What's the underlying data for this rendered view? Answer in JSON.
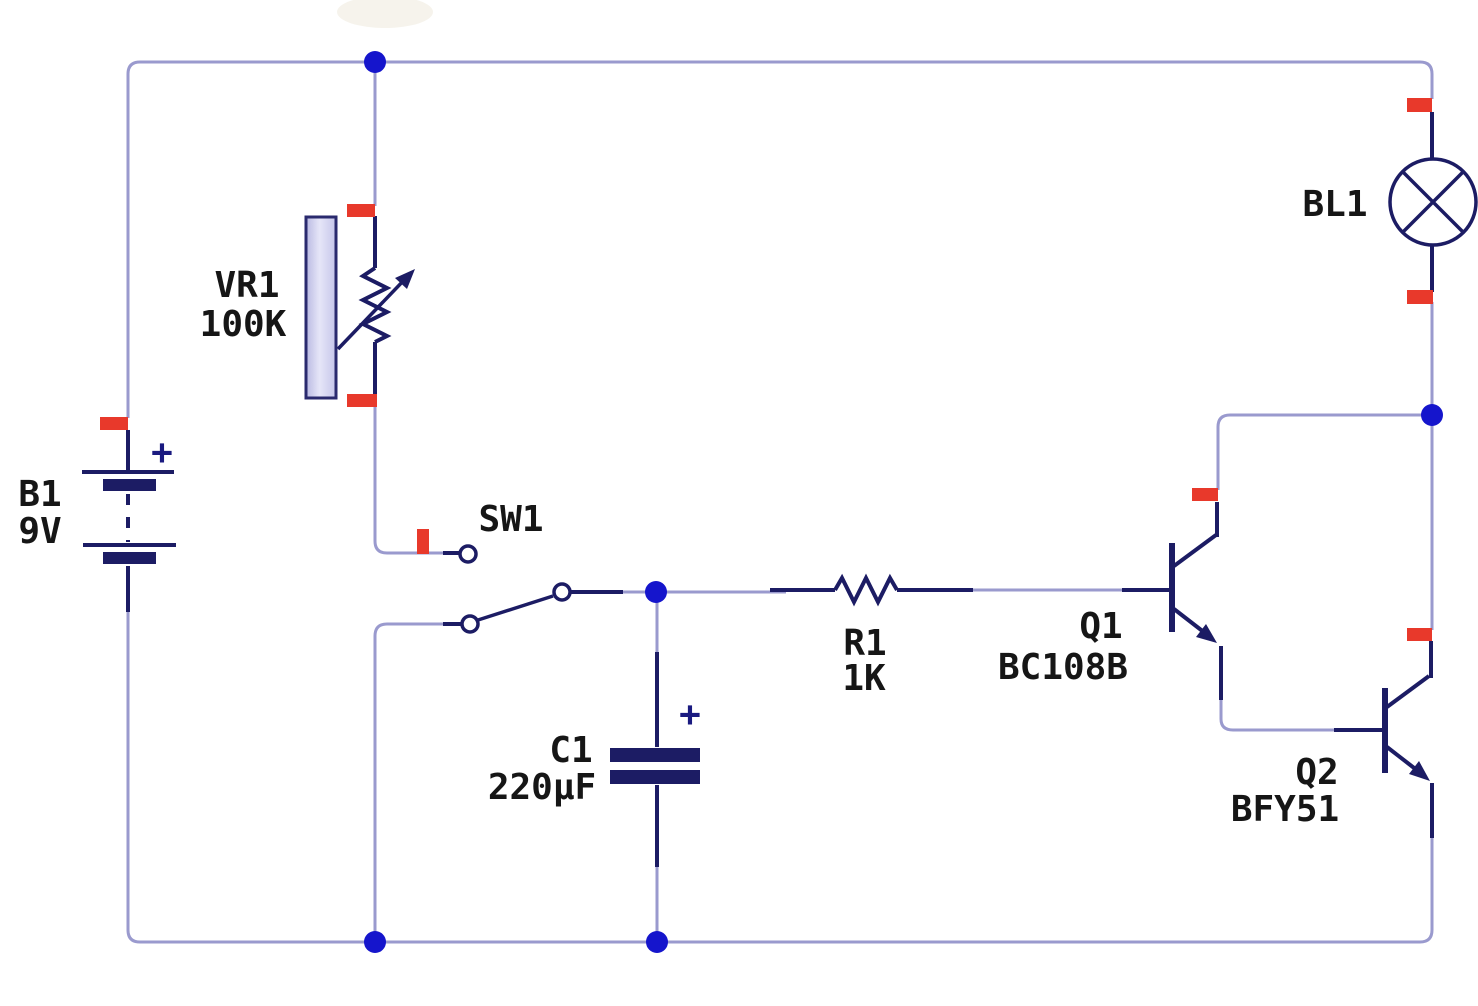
{
  "diagram": {
    "type": "circuit-schematic",
    "background": "#ffffff",
    "colors": {
      "wire": "#9a9ace",
      "component_lead": "#1c1c64",
      "junction_dot": "#1515cc",
      "terminal_marker": "#e8392b",
      "label_text": "#161616",
      "polarity_text": "#1a1a80",
      "pot_body_fill": "#d4d4ee"
    },
    "components": {
      "battery": {
        "ref": "B1",
        "value": "9V",
        "polarity": "+"
      },
      "potentiometer": {
        "ref": "VR1",
        "value": "100K"
      },
      "switch": {
        "ref": "SW1"
      },
      "capacitor": {
        "ref": "C1",
        "value": "220µF",
        "polarity": "+"
      },
      "resistor": {
        "ref": "R1",
        "value": "1K"
      },
      "transistor1": {
        "ref": "Q1",
        "value": "BC108B"
      },
      "transistor2": {
        "ref": "Q2",
        "value": "BFY51"
      },
      "lamp": {
        "ref": "BL1"
      }
    }
  }
}
